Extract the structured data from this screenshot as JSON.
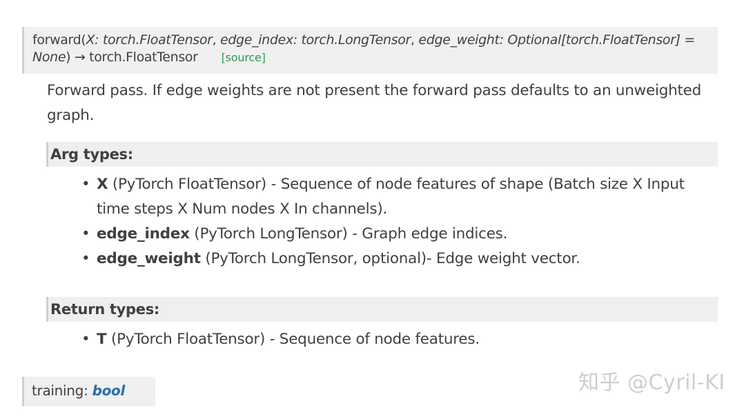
{
  "signature": {
    "name": "forward(",
    "p1": "X: torch.FloatTensor",
    "sep1": ", ",
    "p2": "edge_index: torch.LongTensor",
    "sep2": ", ",
    "p3": "edge_weight: Optional[torch.FloatTensor] = None",
    "close": ") → torch.FloatTensor",
    "source_link": "[source]"
  },
  "description": "Forward pass. If edge weights are not present the forward pass defaults to an unweighted graph.",
  "arg_types": {
    "heading": "Arg types:",
    "items": [
      {
        "name": "X",
        "text": " (PyTorch FloatTensor) - Sequence of node features of shape (Batch size X Input time steps X Num nodes X In channels)."
      },
      {
        "name": "edge_index",
        "text": " (PyTorch LongTensor) - Graph edge indices."
      },
      {
        "name": "edge_weight",
        "text": " (PyTorch LongTensor, optional)- Edge weight vector."
      }
    ]
  },
  "return_types": {
    "heading": "Return types:",
    "items": [
      {
        "name": "T",
        "text": " (PyTorch FloatTensor) - Sequence of node features."
      }
    ]
  },
  "attribute": {
    "label": "training: ",
    "type": "bool"
  },
  "watermark": "知乎 @Cyril-KI",
  "colors": {
    "source_link": "#2f9a55",
    "type_link": "#2a6fb0",
    "header_bg": "#f0f0f0"
  }
}
